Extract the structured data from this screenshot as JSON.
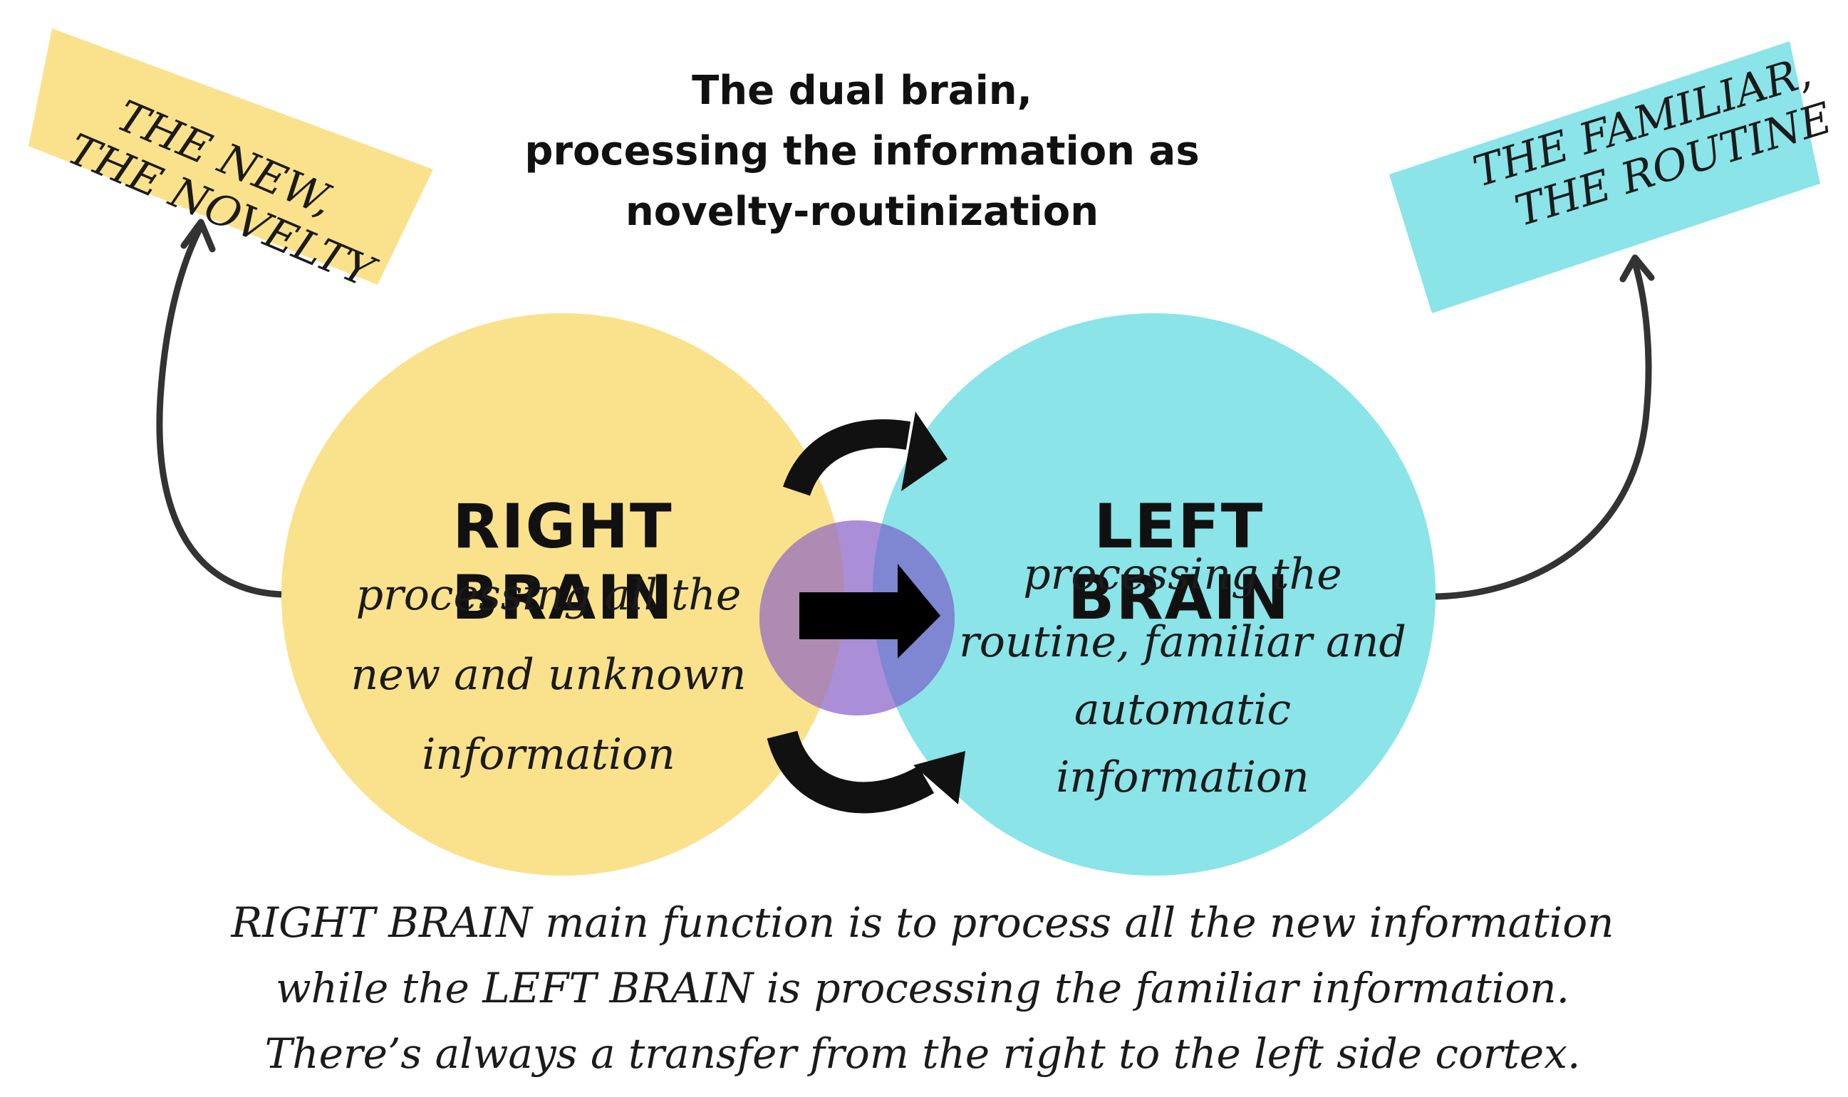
{
  "title": {
    "line1": "The dual brain,",
    "line2": "processing the information as",
    "line3": "novelty-routinization"
  },
  "left_note": {
    "line1": "THE NEW,",
    "line2": "THE NOVELTY"
  },
  "right_note": {
    "line1": "THE FAMILIAR,",
    "line2": "THE ROUTINE"
  },
  "right_brain": {
    "heading": "RIGHT BRAIN",
    "line1": "processing all the",
    "line2": "new and unknown",
    "line3": "information"
  },
  "left_brain": {
    "heading": "LEFT BRAIN",
    "line1": "processing the",
    "line2": "routine, familiar and",
    "line3": "automatic information"
  },
  "caption": {
    "line1": "RIGHT BRAIN main function is to process all the new information",
    "line2": "while the LEFT BRAIN is processing the familiar information.",
    "line3": "There’s always a transfer from the right to the left side cortex."
  },
  "colors": {
    "yellow": "#fae18c",
    "cyan": "#8ae4e8",
    "overlap": "#7f86d2",
    "center": "#aa8ed8",
    "ink": "#1b1b1b"
  },
  "icons": [
    "curved-arrow-top-icon",
    "curved-arrow-bottom-icon",
    "right-arrow-icon",
    "curved-arrow-left-up-icon",
    "curved-arrow-right-up-icon"
  ]
}
